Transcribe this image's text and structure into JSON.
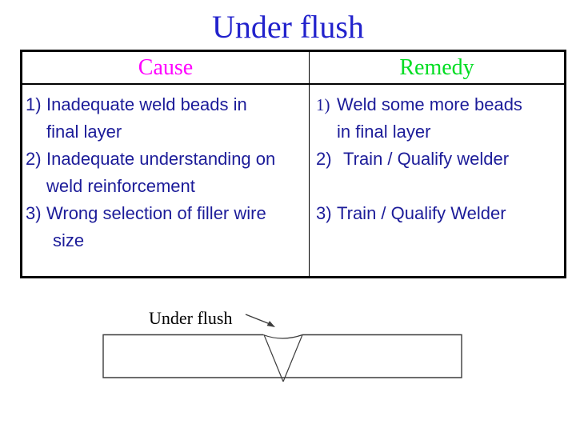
{
  "title": "Under flush",
  "colors": {
    "bg": "#ffffff",
    "title_color": "#2222CC",
    "cause_color": "#FF00FF",
    "remedy_color": "#00DD22",
    "body_text_color": "#1C1C99",
    "diagram_line_color": "#3c3c3c"
  },
  "table": {
    "headers": {
      "cause": "Cause",
      "remedy": "Remedy"
    },
    "cause_lines": [
      {
        "num": "1)",
        "text": "Inadequate weld beads in"
      },
      {
        "num": "",
        "text": "final layer"
      },
      {
        "num": "2)",
        "text": "Inadequate understanding on"
      },
      {
        "num": "",
        "text": "weld reinforcement"
      },
      {
        "num": "3)",
        "text": "Wrong selection of filler wire"
      },
      {
        "num": "",
        "text": "size"
      }
    ],
    "remedy_lines": [
      {
        "num": "1)",
        "text": "Weld some more beads"
      },
      {
        "num": "",
        "text": "in final layer"
      },
      {
        "num": "2)",
        "text": "Train / Qualify welder"
      },
      {
        "num": "",
        "text": ""
      },
      {
        "num": "3)",
        "text": "Train / Qualify Welder"
      }
    ]
  },
  "diagram": {
    "label": "Under flush"
  }
}
